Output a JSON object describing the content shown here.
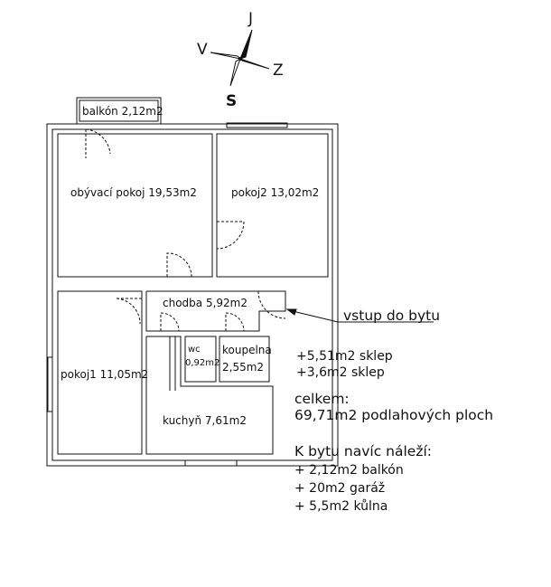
{
  "compass": {
    "north": "J",
    "west": "V",
    "east": "Z",
    "south": "S"
  },
  "rooms": {
    "balcony": "balkón 2,12m2",
    "living_room": "obývací pokoj 19,53m2",
    "room2": "pokoj2 13,02m2",
    "hallway": "chodba 5,92m2",
    "room1": "pokoj1 11,05m2",
    "wc_name": "wc",
    "wc_area": "0,92m2",
    "bathroom_name": "koupelna",
    "bathroom_area": "2,55m2",
    "kitchen": "kuchyň 7,61m2"
  },
  "entrance_label": "vstup do bytu",
  "extras": {
    "cellar1": "+5,51m2 sklep",
    "cellar2": "+3,6m2 sklep",
    "total_label": "celkem:",
    "total_value": "69,71m2 podlahových ploch",
    "belongs_heading": "K bytu navíc náleží:",
    "items": [
      "+ 2,12m2 balkón",
      "+ 20m2 garáž",
      "+ 5,5m2 kůlna"
    ]
  }
}
